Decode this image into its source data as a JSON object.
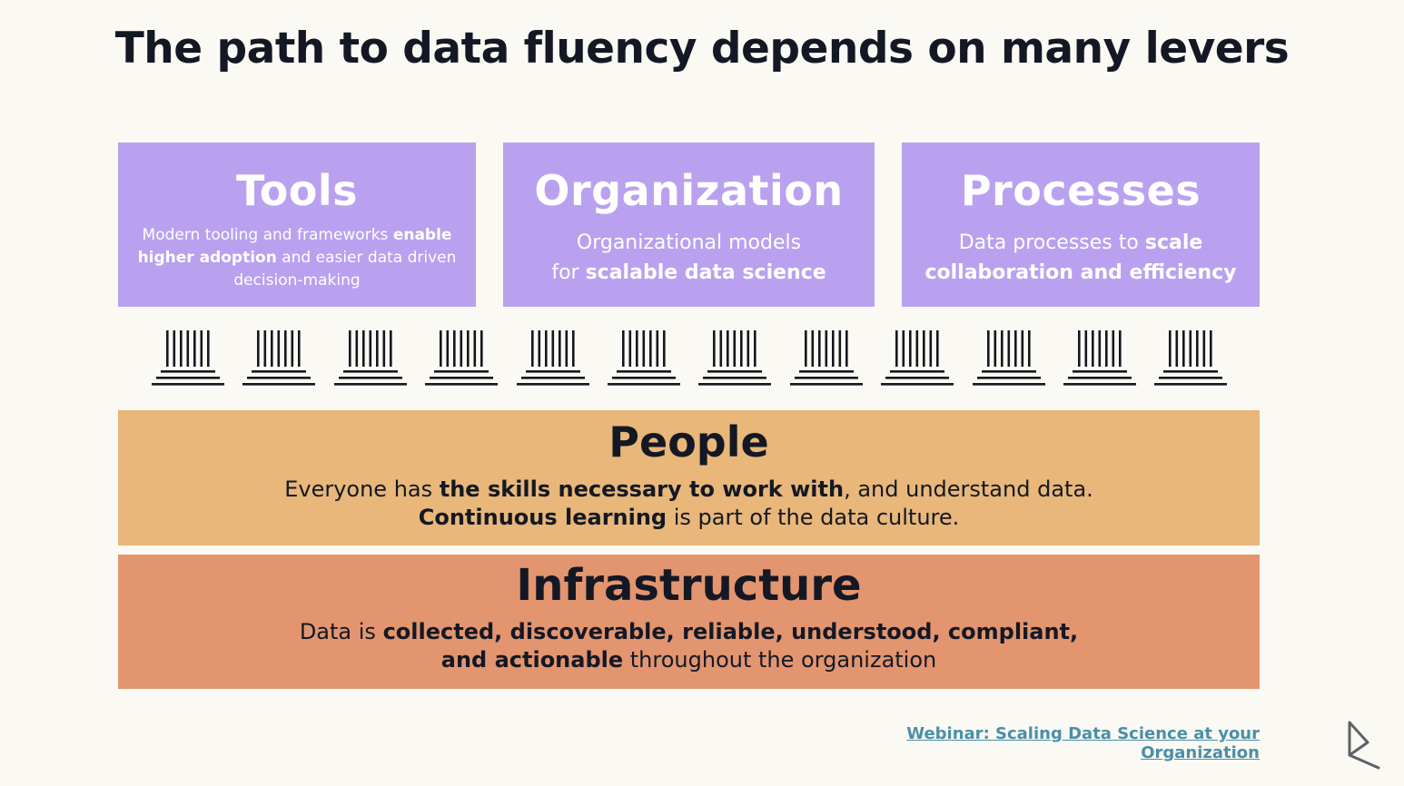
{
  "slide": {
    "title": "The path to data fluency depends on many levers"
  },
  "levers": [
    {
      "title": "Tools",
      "description": [
        {
          "text": "Modern tooling and frameworks ",
          "bold": false
        },
        {
          "text": "enable higher adoption",
          "bold": true
        },
        {
          "text": " and easier data driven decision-making",
          "bold": false
        }
      ]
    },
    {
      "title": "Organization",
      "description": [
        {
          "text": "Organizational models",
          "bold": false
        },
        {
          "break": true
        },
        {
          "text": "for ",
          "bold": false
        },
        {
          "text": "scalable data science",
          "bold": true
        }
      ]
    },
    {
      "title": "Processes",
      "description": [
        {
          "text": "Data processes to ",
          "bold": false
        },
        {
          "text": "scale collaboration and efficiency",
          "bold": true
        }
      ]
    }
  ],
  "pillar_count": 12,
  "people": {
    "title": "People",
    "description": [
      {
        "text": "Everyone has ",
        "bold": false
      },
      {
        "text": "the skills necessary to work with",
        "bold": true
      },
      {
        "text": ", and understand data.",
        "bold": false
      },
      {
        "break": true
      },
      {
        "text": "Continuous learning",
        "bold": true
      },
      {
        "text": " is part of the data culture.",
        "bold": false
      }
    ]
  },
  "infrastructure": {
    "title": "Infrastructure",
    "description": [
      {
        "text": "Data is ",
        "bold": false
      },
      {
        "text": "collected, discoverable, reliable, understood, compliant,",
        "bold": true
      },
      {
        "break": true
      },
      {
        "text": "and  actionable",
        "bold": true
      },
      {
        "text": " throughout the organization",
        "bold": false
      }
    ]
  },
  "footer": {
    "link_text": "Webinar: Scaling Data Science at your Organization"
  },
  "colors": {
    "lever_box": "#b9a1ef",
    "people_band": "#e8b779",
    "infrastructure_band": "#e2956f",
    "link": "#4a8fa8"
  }
}
